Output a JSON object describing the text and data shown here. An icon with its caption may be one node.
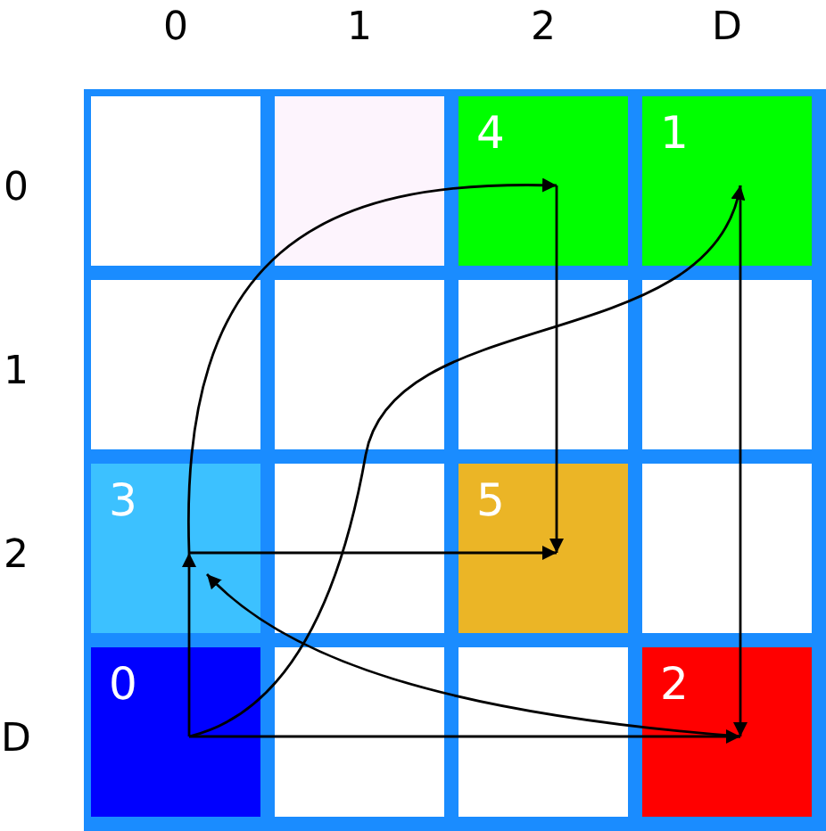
{
  "diagram": {
    "nodes": [
      {
        "text": [
          "4"
        ]
      },
      {
        "text": [
          "1"
        ]
      },
      {
        "text": [
          "3"
        ]
      },
      {
        "text": [
          "5"
        ]
      },
      {
        "text": [
          "0"
        ]
      },
      {
        "text": [
          "2"
        ]
      }
    ],
    "edges": [
      {
        "from": 4,
        "to": 2,
        "arrow": "to"
      },
      {
        "from": 4,
        "to": 5,
        "arrow": "to"
      },
      {
        "from": 4,
        "to": 1,
        "arrow": "to"
      },
      {
        "from": 2,
        "to": 3,
        "arrow": "to"
      },
      {
        "from": 2,
        "to": 0,
        "arrow": "to"
      },
      {
        "from": 0,
        "to": 3,
        "arrow": "to"
      },
      {
        "from": 1,
        "to": 5,
        "arrow": "to"
      },
      {
        "from": 5,
        "to": 2,
        "arrow": "to"
      }
    ],
    "labels": [
      "0",
      "1",
      "2",
      "D",
      "0",
      "1",
      "2",
      "D"
    ]
  }
}
